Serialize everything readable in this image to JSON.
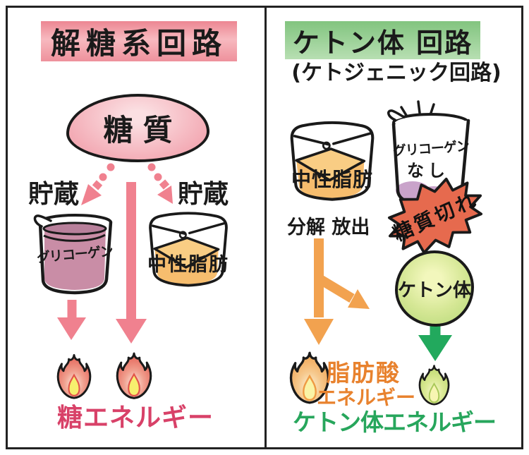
{
  "diagram": {
    "left": {
      "title": "解糖系回路",
      "source": "糖質",
      "store_left": "貯蔵",
      "store_right": "貯蔵",
      "glycogen": "グリコーゲン",
      "neutral_fat": "中性脂肪",
      "energy": "糖エネルギー"
    },
    "right": {
      "title": "ケトン体 回路",
      "subtitle": "(ケトジェニック回路)",
      "neutral_fat": "中性脂肪",
      "no_glycogen_line1": "グリコーゲン",
      "no_glycogen_line2": "なし",
      "breakdown": "分解 放出",
      "carb_depleted": "糖質切れ",
      "ketone_body": "ケトン体",
      "fatty_acid_line1": "脂肪酸",
      "fatty_acid_line2": "エネルギー",
      "energy": "ケトン体エネルギー"
    },
    "colors": {
      "left_header_bg": "#ee8e99",
      "right_header_bg": "#8ecb8b",
      "pink_arrow": "#f0818f",
      "orange_arrow": "#f2a24f",
      "green_arrow": "#22a95d",
      "sugar_energy_text": "#d84168",
      "fatty_acid_text": "#e8822e",
      "ketone_energy_text": "#27a65c",
      "starburst_bg": "#e66a4e",
      "glycogen_liquid": "#c98da6",
      "fat_fill": "#f6bd6e",
      "residue_purple": "#c9a3ca",
      "ketone_circle": "#cfe48e"
    }
  }
}
